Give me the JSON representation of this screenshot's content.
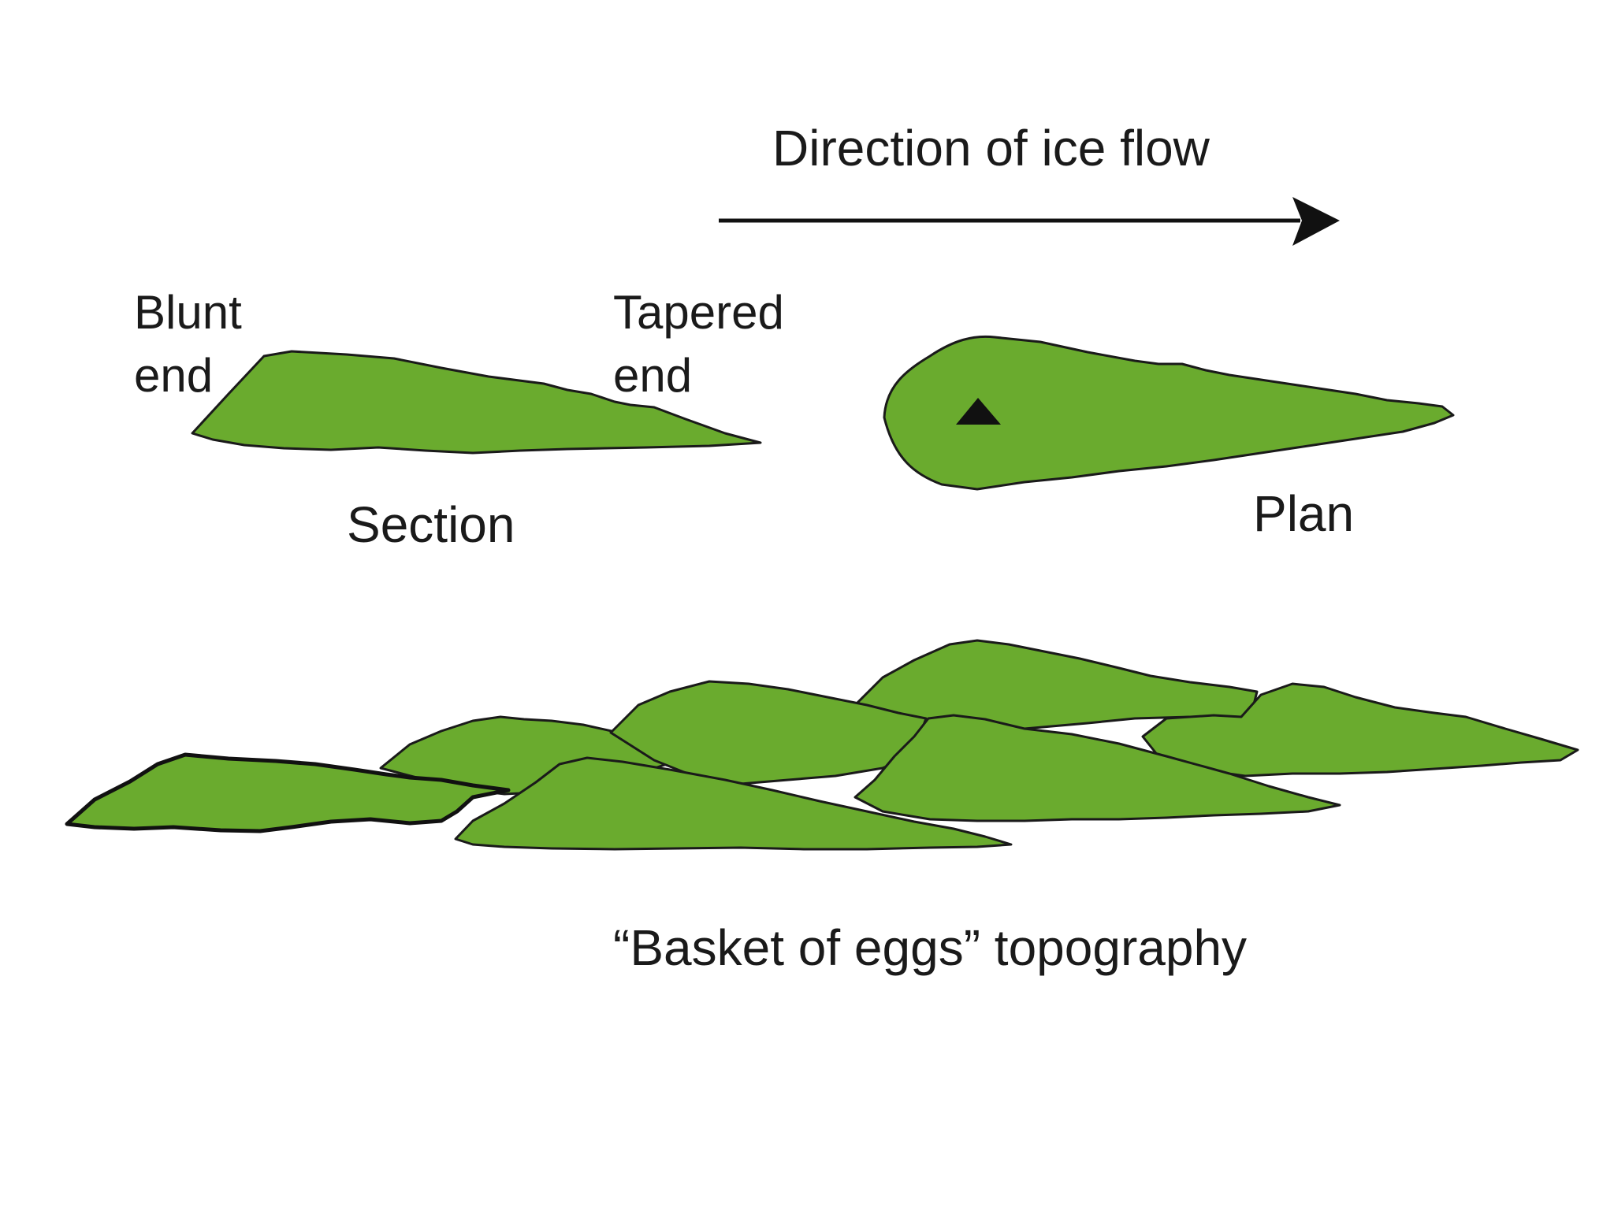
{
  "colors": {
    "drumlin_fill": "#6aab2e",
    "outline": "#1a1a1a",
    "background": "#ffffff"
  },
  "labels": {
    "direction": "Direction of ice flow",
    "blunt_line1": "Blunt",
    "blunt_line2": "end",
    "tapered_line1": "Tapered",
    "tapered_line2": "end",
    "section": "Section",
    "plan": "Plan",
    "basket": "“Basket of eggs” topography"
  },
  "icons": {
    "flow_arrow": "arrow-right-icon",
    "summit_marker": "triangle-summit-icon"
  }
}
